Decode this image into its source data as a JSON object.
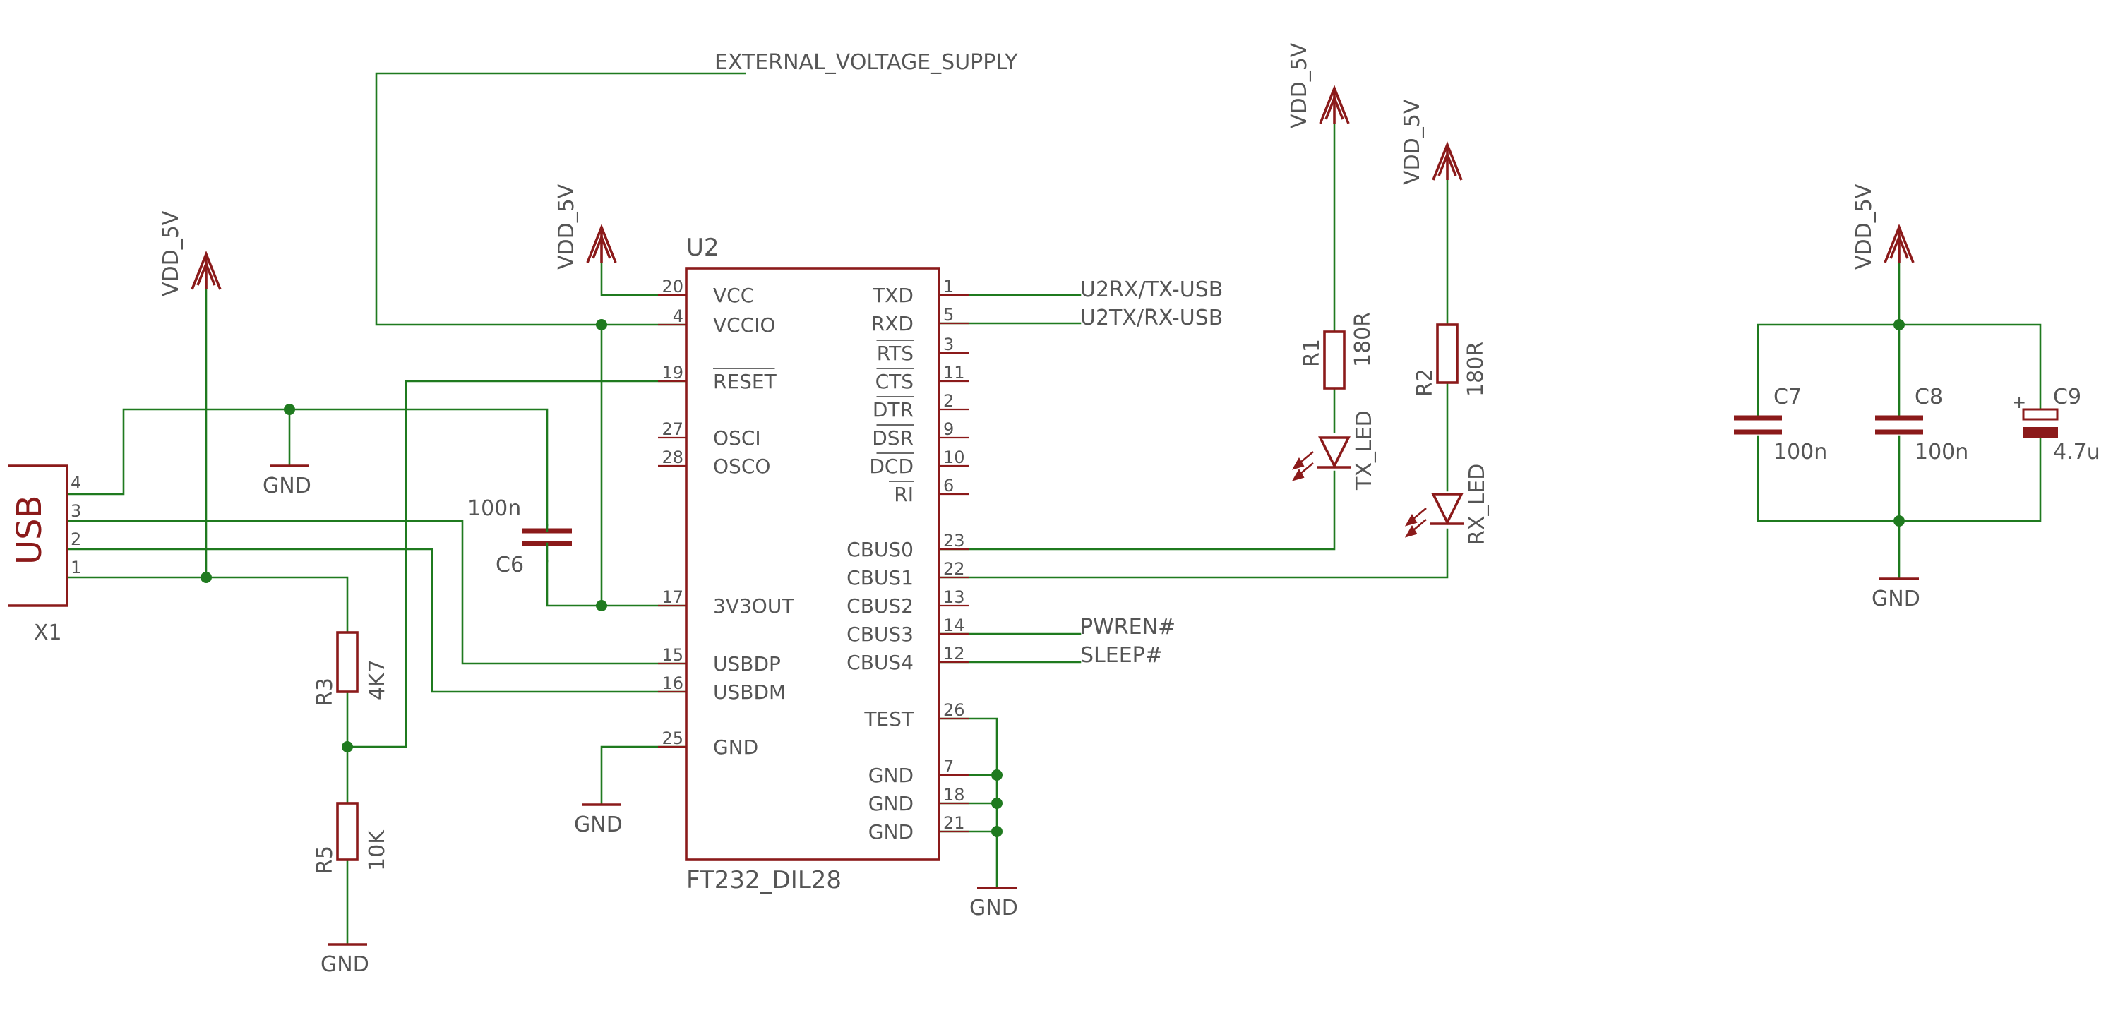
{
  "ic": {
    "ref": "U2",
    "part": "FT232_DIL28",
    "left_pins": [
      {
        "num": "20",
        "name": "VCC"
      },
      {
        "num": "4",
        "name": "VCCIO"
      },
      {
        "num": "19",
        "name": "RESET"
      },
      {
        "num": "27",
        "name": "OSCI"
      },
      {
        "num": "28",
        "name": "OSCO"
      },
      {
        "num": "17",
        "name": "3V3OUT"
      },
      {
        "num": "15",
        "name": "USBDP"
      },
      {
        "num": "16",
        "name": "USBDM"
      },
      {
        "num": "25",
        "name": "GND"
      }
    ],
    "right_pins": [
      {
        "num": "1",
        "name": "TXD"
      },
      {
        "num": "5",
        "name": "RXD"
      },
      {
        "num": "3",
        "name": "RTS"
      },
      {
        "num": "11",
        "name": "CTS"
      },
      {
        "num": "2",
        "name": "DTR"
      },
      {
        "num": "9",
        "name": "DSR"
      },
      {
        "num": "10",
        "name": "DCD"
      },
      {
        "num": "6",
        "name": "RI"
      },
      {
        "num": "23",
        "name": "CBUS0"
      },
      {
        "num": "22",
        "name": "CBUS1"
      },
      {
        "num": "13",
        "name": "CBUS2"
      },
      {
        "num": "14",
        "name": "CBUS3"
      },
      {
        "num": "12",
        "name": "CBUS4"
      },
      {
        "num": "26",
        "name": "TEST"
      },
      {
        "num": "7",
        "name": "GND"
      },
      {
        "num": "18",
        "name": "GND"
      },
      {
        "num": "21",
        "name": "GND"
      }
    ]
  },
  "nets": {
    "external": "EXTERNAL_VOLTAGE_SUPPLY",
    "u2rx": "U2RX/TX-USB",
    "u2tx": "U2TX/RX-USB",
    "pwren": "PWREN#",
    "sleep": "SLEEP#",
    "vdd": "VDD_5V",
    "gnd": "GND"
  },
  "connector": {
    "ref": "X1",
    "label": "USB",
    "pins": [
      "4",
      "3",
      "2",
      "1"
    ]
  },
  "components": {
    "c6": {
      "ref": "C6",
      "value": "100n"
    },
    "c7": {
      "ref": "C7",
      "value": "100n"
    },
    "c8": {
      "ref": "C8",
      "value": "100n"
    },
    "c9": {
      "ref": "C9",
      "value": "4.7u",
      "polarity": "+"
    },
    "r1": {
      "ref": "R1",
      "value": "180R"
    },
    "r2": {
      "ref": "R2",
      "value": "180R"
    },
    "r3": {
      "ref": "R3",
      "value": "4K7"
    },
    "r5": {
      "ref": "R5",
      "value": "10K"
    },
    "tx_led": {
      "ref": "TX_LED"
    },
    "rx_led": {
      "ref": "RX_LED"
    }
  },
  "colors": {
    "wire": "#1f7a1f",
    "symbol": "#8b1a1a",
    "text": "#555555"
  }
}
